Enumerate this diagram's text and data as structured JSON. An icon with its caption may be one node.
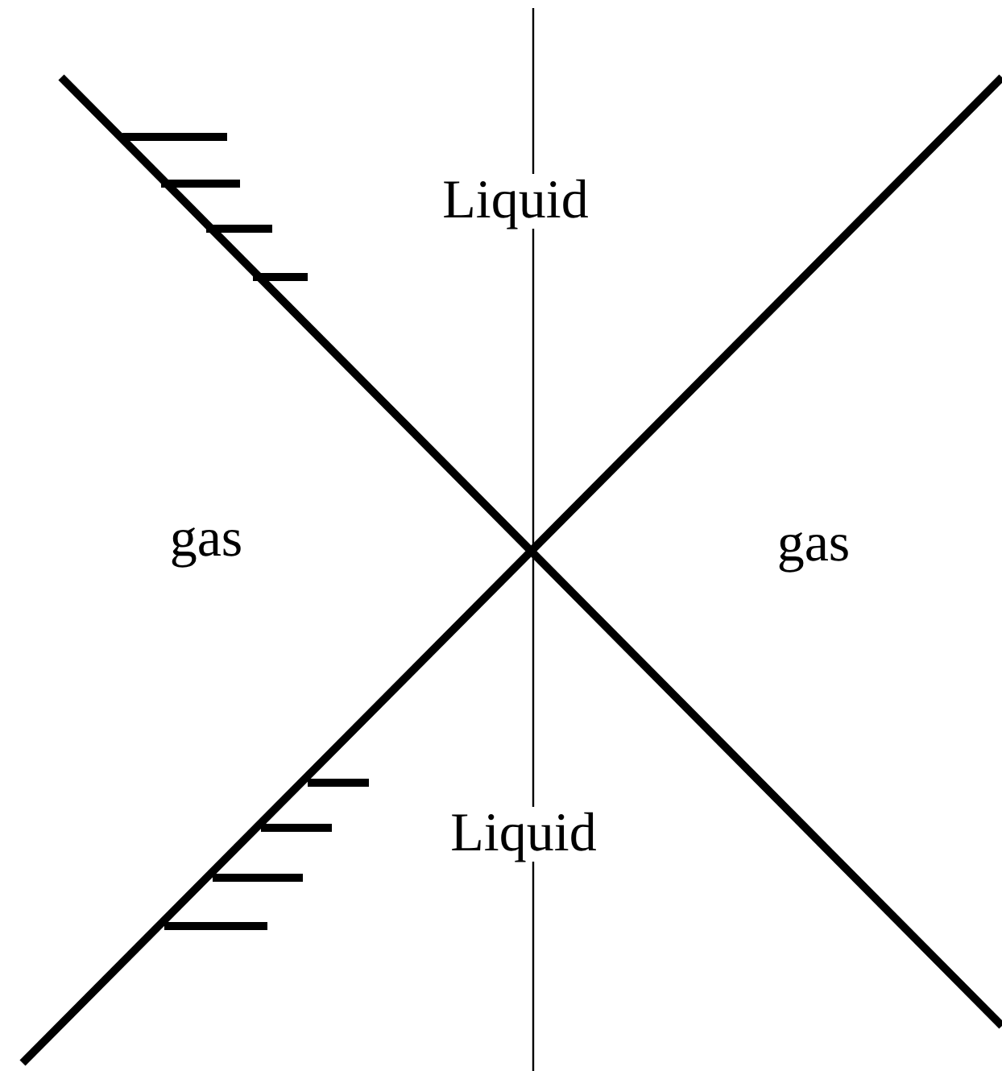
{
  "diagram": {
    "labels": [
      "Liquid",
      "gas",
      "gas",
      "Liquid"
    ]
  }
}
